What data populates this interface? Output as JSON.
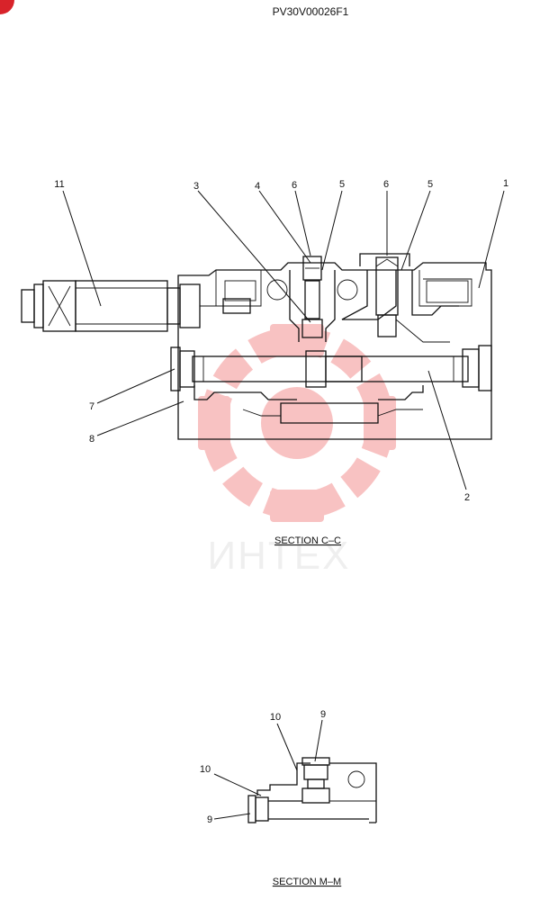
{
  "drawing_code": "PV30V00026F1",
  "sections": [
    {
      "title": "SECTION  C–C",
      "callouts": [
        {
          "id": "c11",
          "label": "11"
        },
        {
          "id": "c3",
          "label": "3"
        },
        {
          "id": "c4",
          "label": "4"
        },
        {
          "id": "c6a",
          "label": "6"
        },
        {
          "id": "c5a",
          "label": "5"
        },
        {
          "id": "c6b",
          "label": "6"
        },
        {
          "id": "c5b",
          "label": "5"
        },
        {
          "id": "c1",
          "label": "1"
        },
        {
          "id": "c7",
          "label": "7"
        },
        {
          "id": "c8",
          "label": "8"
        },
        {
          "id": "c2",
          "label": "2"
        }
      ]
    },
    {
      "title": "SECTION  M–M",
      "callouts": [
        {
          "id": "m10a",
          "label": "10"
        },
        {
          "id": "m9a",
          "label": "9"
        },
        {
          "id": "m10b",
          "label": "10"
        },
        {
          "id": "m9b",
          "label": "9"
        }
      ]
    }
  ],
  "watermark": {
    "text": "ИНТЕХ",
    "color": "#f07a7a"
  },
  "colors": {
    "line": "#111111",
    "background": "#ffffff",
    "corner_badge": "#d8232a"
  }
}
